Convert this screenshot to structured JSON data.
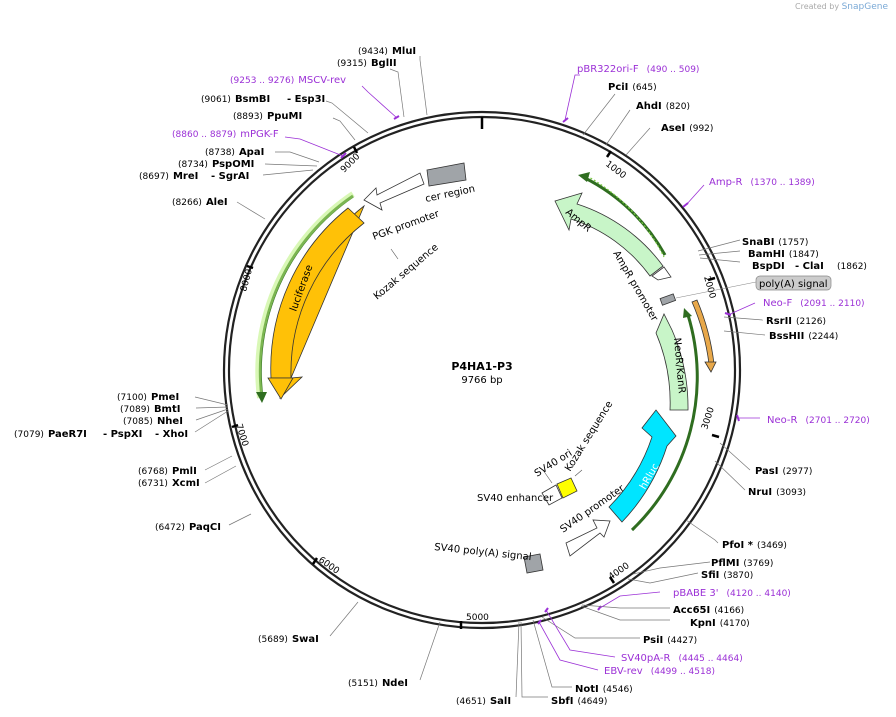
{
  "credit": {
    "prefix": "Created by",
    "brand": "SnapGene"
  },
  "plasmid": {
    "name": "P4HA1-P3",
    "size_label": "9766 bp",
    "length": 9766
  },
  "ticks": [
    "1000",
    "2000",
    "3000",
    "4000",
    "5000",
    "6000",
    "7000",
    "8000",
    "9000"
  ],
  "enzymes": [
    {
      "name": "MluI",
      "pos": "(9434)"
    },
    {
      "name": "BglII",
      "pos": "(9315)"
    },
    {
      "name": "BsmBI",
      "pos": "(9061)"
    },
    {
      "name": "- Esp3I",
      "pos": ""
    },
    {
      "name": "PpuMI",
      "pos": "(8893)"
    },
    {
      "name": "ApaI",
      "pos": "(8738)"
    },
    {
      "name": "PspOMI",
      "pos": "(8734)"
    },
    {
      "name": "MreI",
      "pos": "(8697)"
    },
    {
      "name": "- SgrAI",
      "pos": ""
    },
    {
      "name": "AleI",
      "pos": "(8266)"
    },
    {
      "name": "PmeI",
      "pos": "(7100)"
    },
    {
      "name": "BmtI",
      "pos": "(7089)"
    },
    {
      "name": "NheI",
      "pos": "(7085)"
    },
    {
      "name": "PaeR7I",
      "pos": "(7079)"
    },
    {
      "name": "- PspXI",
      "pos": ""
    },
    {
      "name": "- XhoI",
      "pos": ""
    },
    {
      "name": "PmlI",
      "pos": "(6768)"
    },
    {
      "name": "XcmI",
      "pos": "(6731)"
    },
    {
      "name": "PaqCI",
      "pos": "(6472)"
    },
    {
      "name": "SwaI",
      "pos": "(5689)"
    },
    {
      "name": "NdeI",
      "pos": "(5151)"
    },
    {
      "name": "SalI",
      "pos": "(4651)"
    },
    {
      "name": "SbfI",
      "pos": "(4649)"
    },
    {
      "name": "NotI",
      "pos": "(4546)"
    },
    {
      "name": "PsiI",
      "pos": "(4427)"
    },
    {
      "name": "KpnI",
      "pos": "(4170)"
    },
    {
      "name": "Acc65I",
      "pos": "(4166)"
    },
    {
      "name": "SfiI",
      "pos": "(3870)"
    },
    {
      "name": "PflMI",
      "pos": "(3769)"
    },
    {
      "name": "PfoI *",
      "pos": "(3469)"
    },
    {
      "name": "NruI",
      "pos": "(3093)"
    },
    {
      "name": "PasI",
      "pos": "(2977)"
    },
    {
      "name": "BssHII",
      "pos": "(2244)"
    },
    {
      "name": "RsrII",
      "pos": "(2126)"
    },
    {
      "name": "BspDI",
      "pos": "(1862)"
    },
    {
      "name": "- ClaI",
      "pos": ""
    },
    {
      "name": "BamHI",
      "pos": "(1847)"
    },
    {
      "name": "SnaBI",
      "pos": "(1757)"
    },
    {
      "name": "AseI",
      "pos": "(992)"
    },
    {
      "name": "AhdI",
      "pos": "(820)"
    },
    {
      "name": "PciI",
      "pos": "(645)"
    }
  ],
  "primers": [
    {
      "name": "pBR322ori-F",
      "range": "(490 .. 509)"
    },
    {
      "name": "Amp-R",
      "range": "(1370 .. 1389)"
    },
    {
      "name": "Neo-F",
      "range": "(2091 .. 2110)"
    },
    {
      "name": "Neo-R",
      "range": "(2701 .. 2720)"
    },
    {
      "name": "pBABE 3'",
      "range": "(4120 .. 4140)"
    },
    {
      "name": "SV40pA-R",
      "range": "(4445 .. 4464)"
    },
    {
      "name": "EBV-rev",
      "range": "(4499 .. 4518)"
    },
    {
      "name": "mPGK-F",
      "range": "(8860 .. 8879)"
    },
    {
      "name": "MSCV-rev",
      "range": "(9253 .. 9276)"
    }
  ],
  "features": [
    {
      "name": "AmpR"
    },
    {
      "name": "AmpR promoter"
    },
    {
      "name": "poly(A) signal"
    },
    {
      "name": "NeoR/KanR"
    },
    {
      "name": "hRluc"
    },
    {
      "name": "SV40 promoter"
    },
    {
      "name": "SV40 ori"
    },
    {
      "name": "Kozak sequence"
    },
    {
      "name": "SV40 enhancer"
    },
    {
      "name": "SV40 poly(A) signal"
    },
    {
      "name": "luciferase"
    },
    {
      "name": "PGK promoter"
    },
    {
      "name": "cer region"
    },
    {
      "name": "Kozak sequence"
    }
  ],
  "colors": {
    "backbone": "#222222",
    "primer": "#9b30d6",
    "luciferase": "#ffc107",
    "hrluc": "#00e5ff",
    "resistance": "#c8f5c8",
    "orf": "#7ac943",
    "gray_feature": "#a0a4a8",
    "enhancer": "#ffff00"
  }
}
